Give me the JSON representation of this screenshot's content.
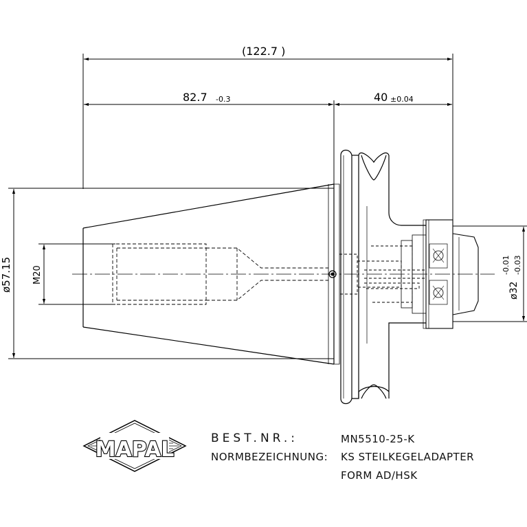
{
  "dimensions": {
    "overall_length": "(122.7 )",
    "body_length": "82.7",
    "body_tol": "-0.3",
    "shank_length": "40",
    "shank_tol": "±0.04",
    "flange_diameter": "ø57.15",
    "thread": "M20",
    "bore_diameter": "ø32",
    "bore_tol_upper": "-0.01",
    "bore_tol_lower": "-0.03"
  },
  "logo": {
    "text": "MAPAL"
  },
  "title_block": {
    "order_label": "BEST.NR.:",
    "order_value": "MN5510-25-K",
    "norm_label": "NORMBEZEICHNUNG:",
    "norm_value": "KS STEILKEGELADAPTER",
    "norm_value_line2": "FORM AD/HSK"
  }
}
